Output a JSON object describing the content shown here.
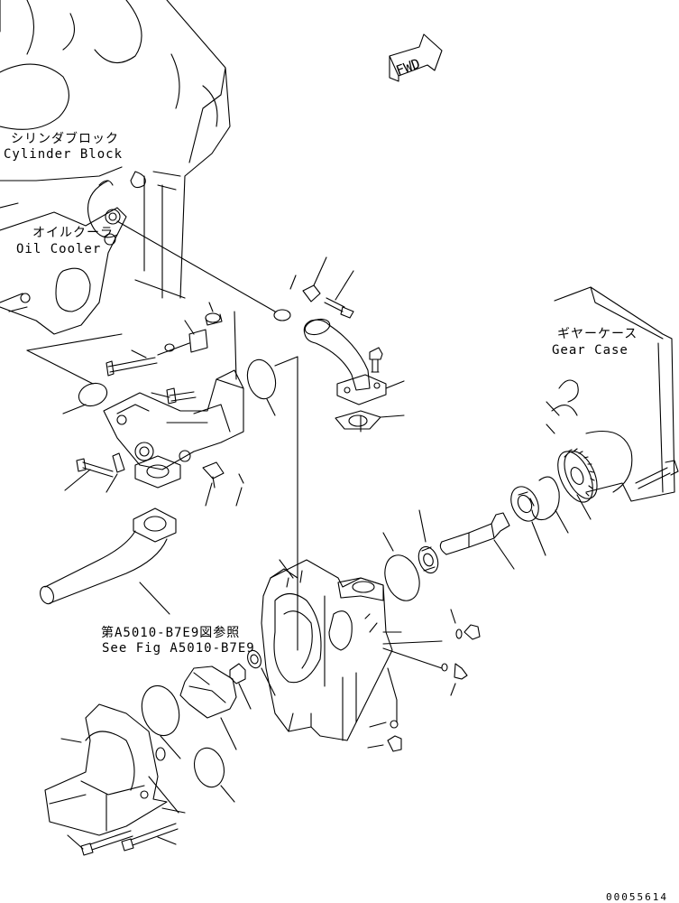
{
  "labels": {
    "cylinder_block_jp": "シリンダブロック",
    "cylinder_block_en": "Cylinder Block",
    "oil_cooler_jp": "オイルクーラ",
    "oil_cooler_en": "Oil Cooler",
    "gear_case_jp": "ギヤーケース",
    "gear_case_en": "Gear Case",
    "see_fig_jp": "第A5010-B7E9図参照",
    "see_fig_en": "See Fig A5010-B7E9"
  },
  "direction_arrow": "FWD",
  "document_number": "00055614",
  "colors": {
    "line": "#000000",
    "background": "#ffffff"
  }
}
